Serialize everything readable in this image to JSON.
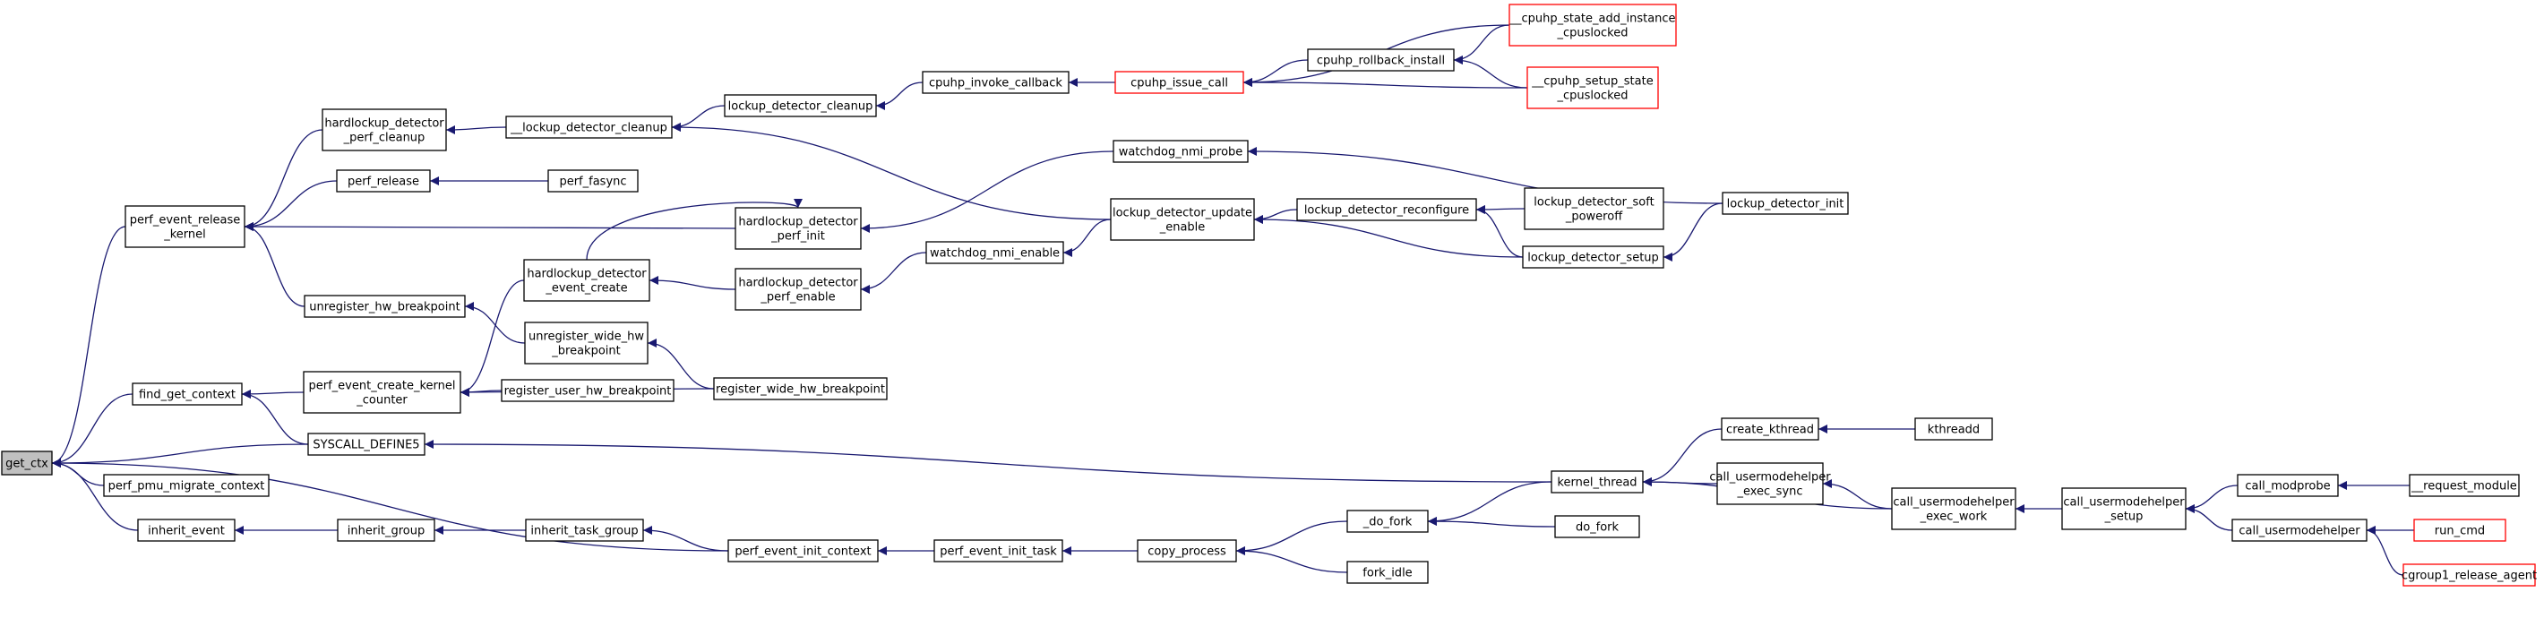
{
  "graph": {
    "colors": {
      "edge": "#191970",
      "node_border": "#000000",
      "root_fill": "#c0c0c0",
      "truncated_border": "#ff0000"
    },
    "nodes": [
      {
        "id": "get_ctx",
        "lines": [
          "get_ctx"
        ],
        "root": true
      },
      {
        "id": "perf_event_release_kernel",
        "lines": [
          "perf_event_release",
          "_kernel"
        ]
      },
      {
        "id": "find_get_context",
        "lines": [
          "find_get_context"
        ]
      },
      {
        "id": "SYSCALL_DEFINE5",
        "lines": [
          "SYSCALL_DEFINE5"
        ]
      },
      {
        "id": "perf_pmu_migrate_context",
        "lines": [
          "perf_pmu_migrate_context"
        ]
      },
      {
        "id": "inherit_event",
        "lines": [
          "inherit_event"
        ]
      },
      {
        "id": "perf_event_init_context",
        "lines": [
          "perf_event_init_context"
        ]
      },
      {
        "id": "hardlockup_detector_perf_cleanup",
        "lines": [
          "hardlockup_detector",
          "_perf_cleanup"
        ]
      },
      {
        "id": "perf_release",
        "lines": [
          "perf_release"
        ]
      },
      {
        "id": "unregister_hw_breakpoint",
        "lines": [
          "unregister_hw_breakpoint"
        ]
      },
      {
        "id": "perf_event_create_kernel_counter",
        "lines": [
          "perf_event_create_kernel",
          "_counter"
        ]
      },
      {
        "id": "inherit_group",
        "lines": [
          "inherit_group"
        ]
      },
      {
        "id": "__lockup_detector_cleanup",
        "lines": [
          "__lockup_detector_cleanup"
        ]
      },
      {
        "id": "perf_fasync",
        "lines": [
          "perf_fasync"
        ]
      },
      {
        "id": "hardlockup_detector_perf_init",
        "lines": [
          "hardlockup_detector",
          "_perf_init"
        ]
      },
      {
        "id": "hardlockup_detector_event_create",
        "lines": [
          "hardlockup_detector",
          "_event_create"
        ]
      },
      {
        "id": "unregister_wide_hw_breakpoint",
        "lines": [
          "unregister_wide_hw",
          "_breakpoint"
        ]
      },
      {
        "id": "register_user_hw_breakpoint",
        "lines": [
          "register_user_hw_breakpoint"
        ]
      },
      {
        "id": "inherit_task_group",
        "lines": [
          "inherit_task_group"
        ]
      },
      {
        "id": "lockup_detector_cleanup",
        "lines": [
          "lockup_detector_cleanup"
        ]
      },
      {
        "id": "hardlockup_detector_perf_enable",
        "lines": [
          "hardlockup_detector",
          "_perf_enable"
        ]
      },
      {
        "id": "register_wide_hw_breakpoint",
        "lines": [
          "register_wide_hw_breakpoint"
        ]
      },
      {
        "id": "perf_event_init_task",
        "lines": [
          "perf_event_init_task"
        ]
      },
      {
        "id": "cpuhp_invoke_callback",
        "lines": [
          "cpuhp_invoke_callback"
        ]
      },
      {
        "id": "watchdog_nmi_probe",
        "lines": [
          "watchdog_nmi_probe"
        ]
      },
      {
        "id": "watchdog_nmi_enable",
        "lines": [
          "watchdog_nmi_enable"
        ]
      },
      {
        "id": "lockup_detector_update_enable",
        "lines": [
          "lockup_detector_update",
          "_enable"
        ]
      },
      {
        "id": "copy_process",
        "lines": [
          "copy_process"
        ]
      },
      {
        "id": "cpuhp_issue_call",
        "lines": [
          "cpuhp_issue_call"
        ],
        "truncated": true
      },
      {
        "id": "cpuhp_rollback_install",
        "lines": [
          "cpuhp_rollback_install"
        ]
      },
      {
        "id": "lockup_detector_reconfigure",
        "lines": [
          "lockup_detector_reconfigure"
        ]
      },
      {
        "id": "__do_fork",
        "lines": [
          "_do_fork"
        ]
      },
      {
        "id": "fork_idle",
        "lines": [
          "fork_idle"
        ]
      },
      {
        "id": "__cpuhp_state_add_instance_cpuslocked",
        "lines": [
          "__cpuhp_state_add_instance",
          "_cpuslocked"
        ],
        "truncated": true
      },
      {
        "id": "__cpuhp_setup_state_cpuslocked",
        "lines": [
          "__cpuhp_setup_state",
          "_cpuslocked"
        ],
        "truncated": true
      },
      {
        "id": "lockup_detector_soft_poweroff",
        "lines": [
          "lockup_detector_soft",
          "_poweroff"
        ]
      },
      {
        "id": "lockup_detector_setup",
        "lines": [
          "lockup_detector_setup"
        ]
      },
      {
        "id": "kernel_thread",
        "lines": [
          "kernel_thread"
        ]
      },
      {
        "id": "do_fork",
        "lines": [
          "do_fork"
        ]
      },
      {
        "id": "lockup_detector_init",
        "lines": [
          "lockup_detector_init"
        ]
      },
      {
        "id": "create_kthread",
        "lines": [
          "create_kthread"
        ]
      },
      {
        "id": "call_usermodehelper_exec_sync",
        "lines": [
          "call_usermodehelper",
          "_exec_sync"
        ]
      },
      {
        "id": "call_usermodehelper_exec_work",
        "lines": [
          "call_usermodehelper",
          "_exec_work"
        ]
      },
      {
        "id": "kthreadd",
        "lines": [
          "kthreadd"
        ]
      },
      {
        "id": "call_usermodehelper_setup",
        "lines": [
          "call_usermodehelper",
          "_setup"
        ]
      },
      {
        "id": "call_modprobe",
        "lines": [
          "call_modprobe"
        ]
      },
      {
        "id": "call_usermodehelper",
        "lines": [
          "call_usermodehelper"
        ]
      },
      {
        "id": "__request_module",
        "lines": [
          "__request_module"
        ]
      },
      {
        "id": "run_cmd",
        "lines": [
          "run_cmd"
        ],
        "truncated": true
      },
      {
        "id": "cgroup1_release_agent",
        "lines": [
          "cgroup1_release_agent"
        ],
        "truncated": true
      }
    ],
    "edges": [
      [
        "perf_event_release_kernel",
        "get_ctx"
      ],
      [
        "find_get_context",
        "get_ctx"
      ],
      [
        "SYSCALL_DEFINE5",
        "get_ctx"
      ],
      [
        "perf_pmu_migrate_context",
        "get_ctx"
      ],
      [
        "inherit_event",
        "get_ctx"
      ],
      [
        "perf_event_init_context",
        "get_ctx"
      ],
      [
        "hardlockup_detector_perf_cleanup",
        "perf_event_release_kernel"
      ],
      [
        "perf_release",
        "perf_event_release_kernel"
      ],
      [
        "hardlockup_detector_perf_init",
        "perf_event_release_kernel"
      ],
      [
        "unregister_hw_breakpoint",
        "perf_event_release_kernel"
      ],
      [
        "perf_event_create_kernel_counter",
        "find_get_context"
      ],
      [
        "SYSCALL_DEFINE5",
        "find_get_context"
      ],
      [
        "kernel_thread",
        "SYSCALL_DEFINE5"
      ],
      [
        "inherit_group",
        "inherit_event"
      ],
      [
        "__lockup_detector_cleanup",
        "hardlockup_detector_perf_cleanup"
      ],
      [
        "perf_fasync",
        "perf_release"
      ],
      [
        "unregister_wide_hw_breakpoint",
        "unregister_hw_breakpoint"
      ],
      [
        "hardlockup_detector_event_create",
        "perf_event_create_kernel_counter"
      ],
      [
        "register_user_hw_breakpoint",
        "perf_event_create_kernel_counter"
      ],
      [
        "register_wide_hw_breakpoint",
        "perf_event_create_kernel_counter"
      ],
      [
        "inherit_task_group",
        "inherit_group"
      ],
      [
        "perf_event_init_context",
        "inherit_task_group"
      ],
      [
        "perf_event_init_task",
        "perf_event_init_context"
      ],
      [
        "lockup_detector_cleanup",
        "__lockup_detector_cleanup"
      ],
      [
        "lockup_detector_update_enable",
        "__lockup_detector_cleanup"
      ],
      [
        "hardlockup_detector_event_create",
        "hardlockup_detector_perf_init"
      ],
      [
        "hardlockup_detector_perf_enable",
        "hardlockup_detector_event_create"
      ],
      [
        "watchdog_nmi_enable",
        "hardlockup_detector_perf_enable"
      ],
      [
        "watchdog_nmi_probe",
        "hardlockup_detector_perf_init"
      ],
      [
        "register_wide_hw_breakpoint",
        "unregister_wide_hw_breakpoint"
      ],
      [
        "cpuhp_invoke_callback",
        "lockup_detector_cleanup"
      ],
      [
        "cpuhp_issue_call",
        "cpuhp_invoke_callback"
      ],
      [
        "cpuhp_rollback_install",
        "cpuhp_issue_call"
      ],
      [
        "__cpuhp_state_add_instance_cpuslocked",
        "cpuhp_issue_call"
      ],
      [
        "__cpuhp_setup_state_cpuslocked",
        "cpuhp_issue_call"
      ],
      [
        "__cpuhp_state_add_instance_cpuslocked",
        "cpuhp_rollback_install"
      ],
      [
        "__cpuhp_setup_state_cpuslocked",
        "cpuhp_rollback_install"
      ],
      [
        "lockup_detector_init",
        "watchdog_nmi_probe"
      ],
      [
        "lockup_detector_update_enable",
        "watchdog_nmi_enable"
      ],
      [
        "lockup_detector_reconfigure",
        "lockup_detector_update_enable"
      ],
      [
        "lockup_detector_setup",
        "lockup_detector_update_enable"
      ],
      [
        "lockup_detector_soft_poweroff",
        "lockup_detector_reconfigure"
      ],
      [
        "lockup_detector_setup",
        "lockup_detector_reconfigure"
      ],
      [
        "lockup_detector_init",
        "lockup_detector_setup"
      ],
      [
        "copy_process",
        "perf_event_init_task"
      ],
      [
        "__do_fork",
        "copy_process"
      ],
      [
        "fork_idle",
        "copy_process"
      ],
      [
        "kernel_thread",
        "__do_fork"
      ],
      [
        "do_fork",
        "__do_fork"
      ],
      [
        "create_kthread",
        "kernel_thread"
      ],
      [
        "call_usermodehelper_exec_sync",
        "kernel_thread"
      ],
      [
        "call_usermodehelper_exec_work",
        "kernel_thread"
      ],
      [
        "kthreadd",
        "create_kthread"
      ],
      [
        "call_usermodehelper_exec_work",
        "call_usermodehelper_exec_sync"
      ],
      [
        "call_usermodehelper_setup",
        "call_usermodehelper_exec_work"
      ],
      [
        "call_modprobe",
        "call_usermodehelper_setup"
      ],
      [
        "call_usermodehelper",
        "call_usermodehelper_setup"
      ],
      [
        "__request_module",
        "call_modprobe"
      ],
      [
        "run_cmd",
        "call_usermodehelper"
      ],
      [
        "cgroup1_release_agent",
        "call_usermodehelper"
      ]
    ]
  }
}
